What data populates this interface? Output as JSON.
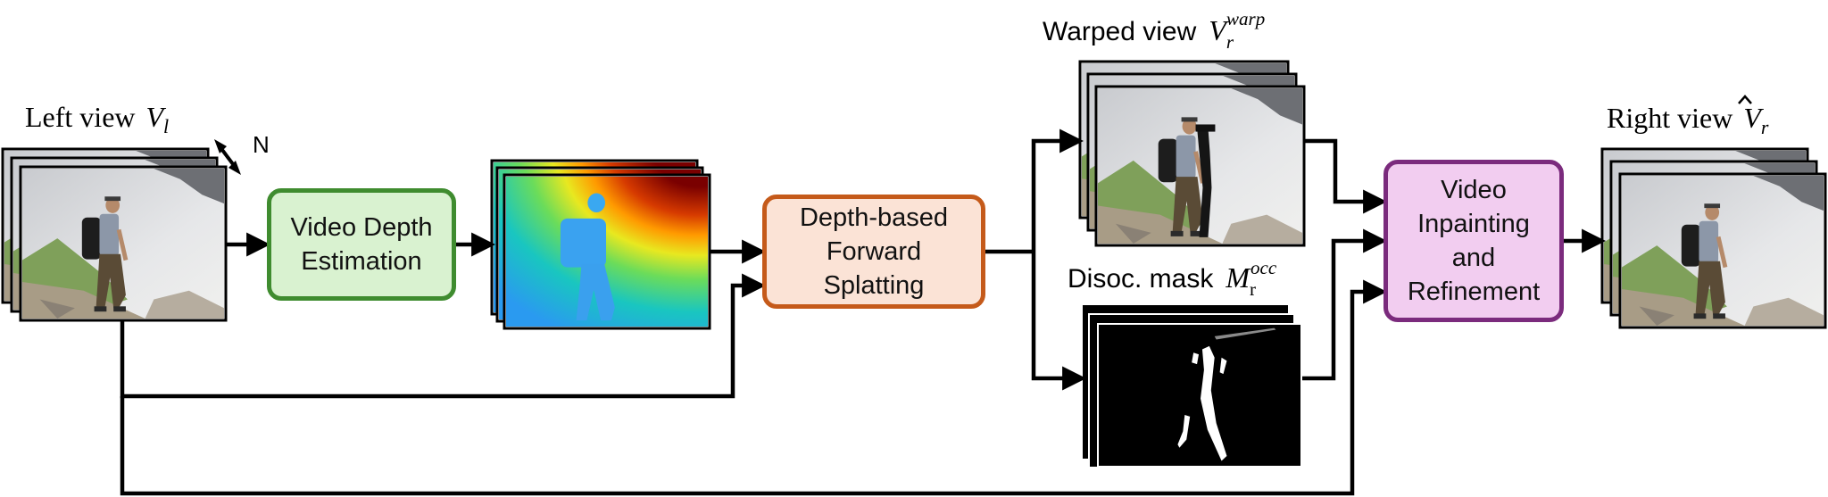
{
  "labels": {
    "left_view": "Left view",
    "left_view_symbol": "V",
    "left_view_sub": "l",
    "n_label": "N",
    "warped_view": "Warped view",
    "warped_symbol": "V",
    "warped_sub": "r",
    "warped_sup": "warp",
    "disoc_mask": "Disoc. mask",
    "mask_symbol": "M",
    "mask_sub": "r",
    "mask_sup": "occ",
    "right_view": "Right view",
    "right_symbol": "V",
    "right_sub": "r"
  },
  "boxes": {
    "depth_estimation": "Video Depth\nEstimation",
    "forward_splatting": "Depth-based\nForward\nSplatting",
    "inpainting": "Video\nInpainting\nand\nRefinement"
  },
  "colors": {
    "depth_fill": "#d9f2d0",
    "depth_border": "#3f8c2f",
    "splat_fill": "#fbe3d6",
    "splat_border": "#c55a1a",
    "inpaint_fill": "#f2cdf0",
    "inpaint_border": "#7b2b7d"
  }
}
